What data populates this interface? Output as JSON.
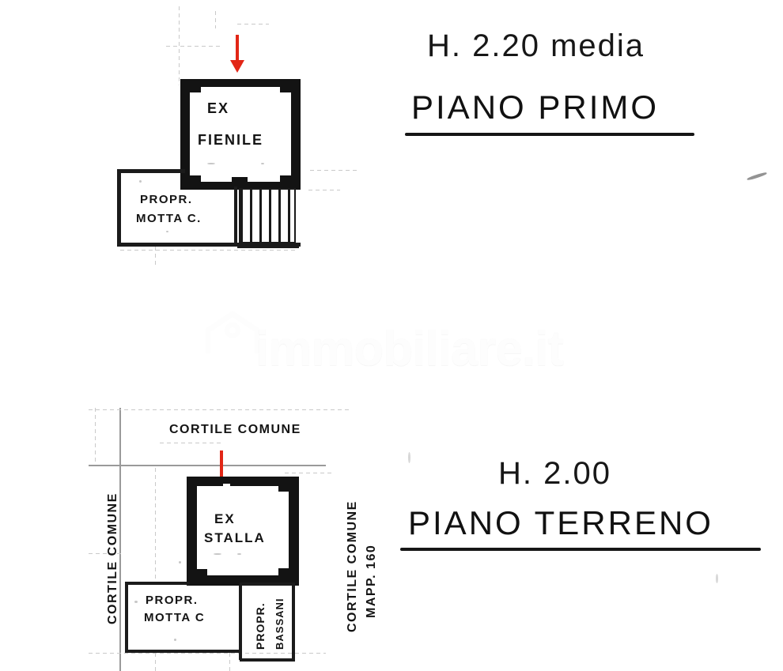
{
  "document": {
    "kind": "planimetria-catastale",
    "background_color": "#ffffff",
    "ink_color": "#131313",
    "arrow_color": "#e22616"
  },
  "upper_plan": {
    "name": "piano-primo",
    "room_label_line1": "EX",
    "room_label_line2": "FIENILE",
    "neighbour_line1": "PROPR.",
    "neighbour_line2": "MOTTA C.",
    "entrance_arrow": "red-down-arrow"
  },
  "upper_title": {
    "height_note": "H. 2.20 media",
    "floor_name": "PIANO  PRIMO"
  },
  "lower_plan": {
    "name": "piano-terreno",
    "room_label_line1": "EX",
    "room_label_line2": "STALLA",
    "courtyard_top": "CORTILE COMUNE",
    "courtyard_left": "CORTILE COMUNE",
    "courtyard_right_line1": "CORTILE COMUNE",
    "courtyard_right_line2": "MAPP. 160",
    "neighbour_line1": "PROPR.",
    "neighbour_line2": "MOTTA C",
    "neighbour2_line1": "PROPR.",
    "neighbour2_line2": "BASSANI",
    "entrance_arrow": "red-down-arrow"
  },
  "lower_title": {
    "height_note": "H. 2.00",
    "floor_name": "PIANO  TERRENO"
  },
  "watermark": {
    "text": "immobiliare.it",
    "icon": "house-roof-icon",
    "color": "#fdfdfd"
  }
}
